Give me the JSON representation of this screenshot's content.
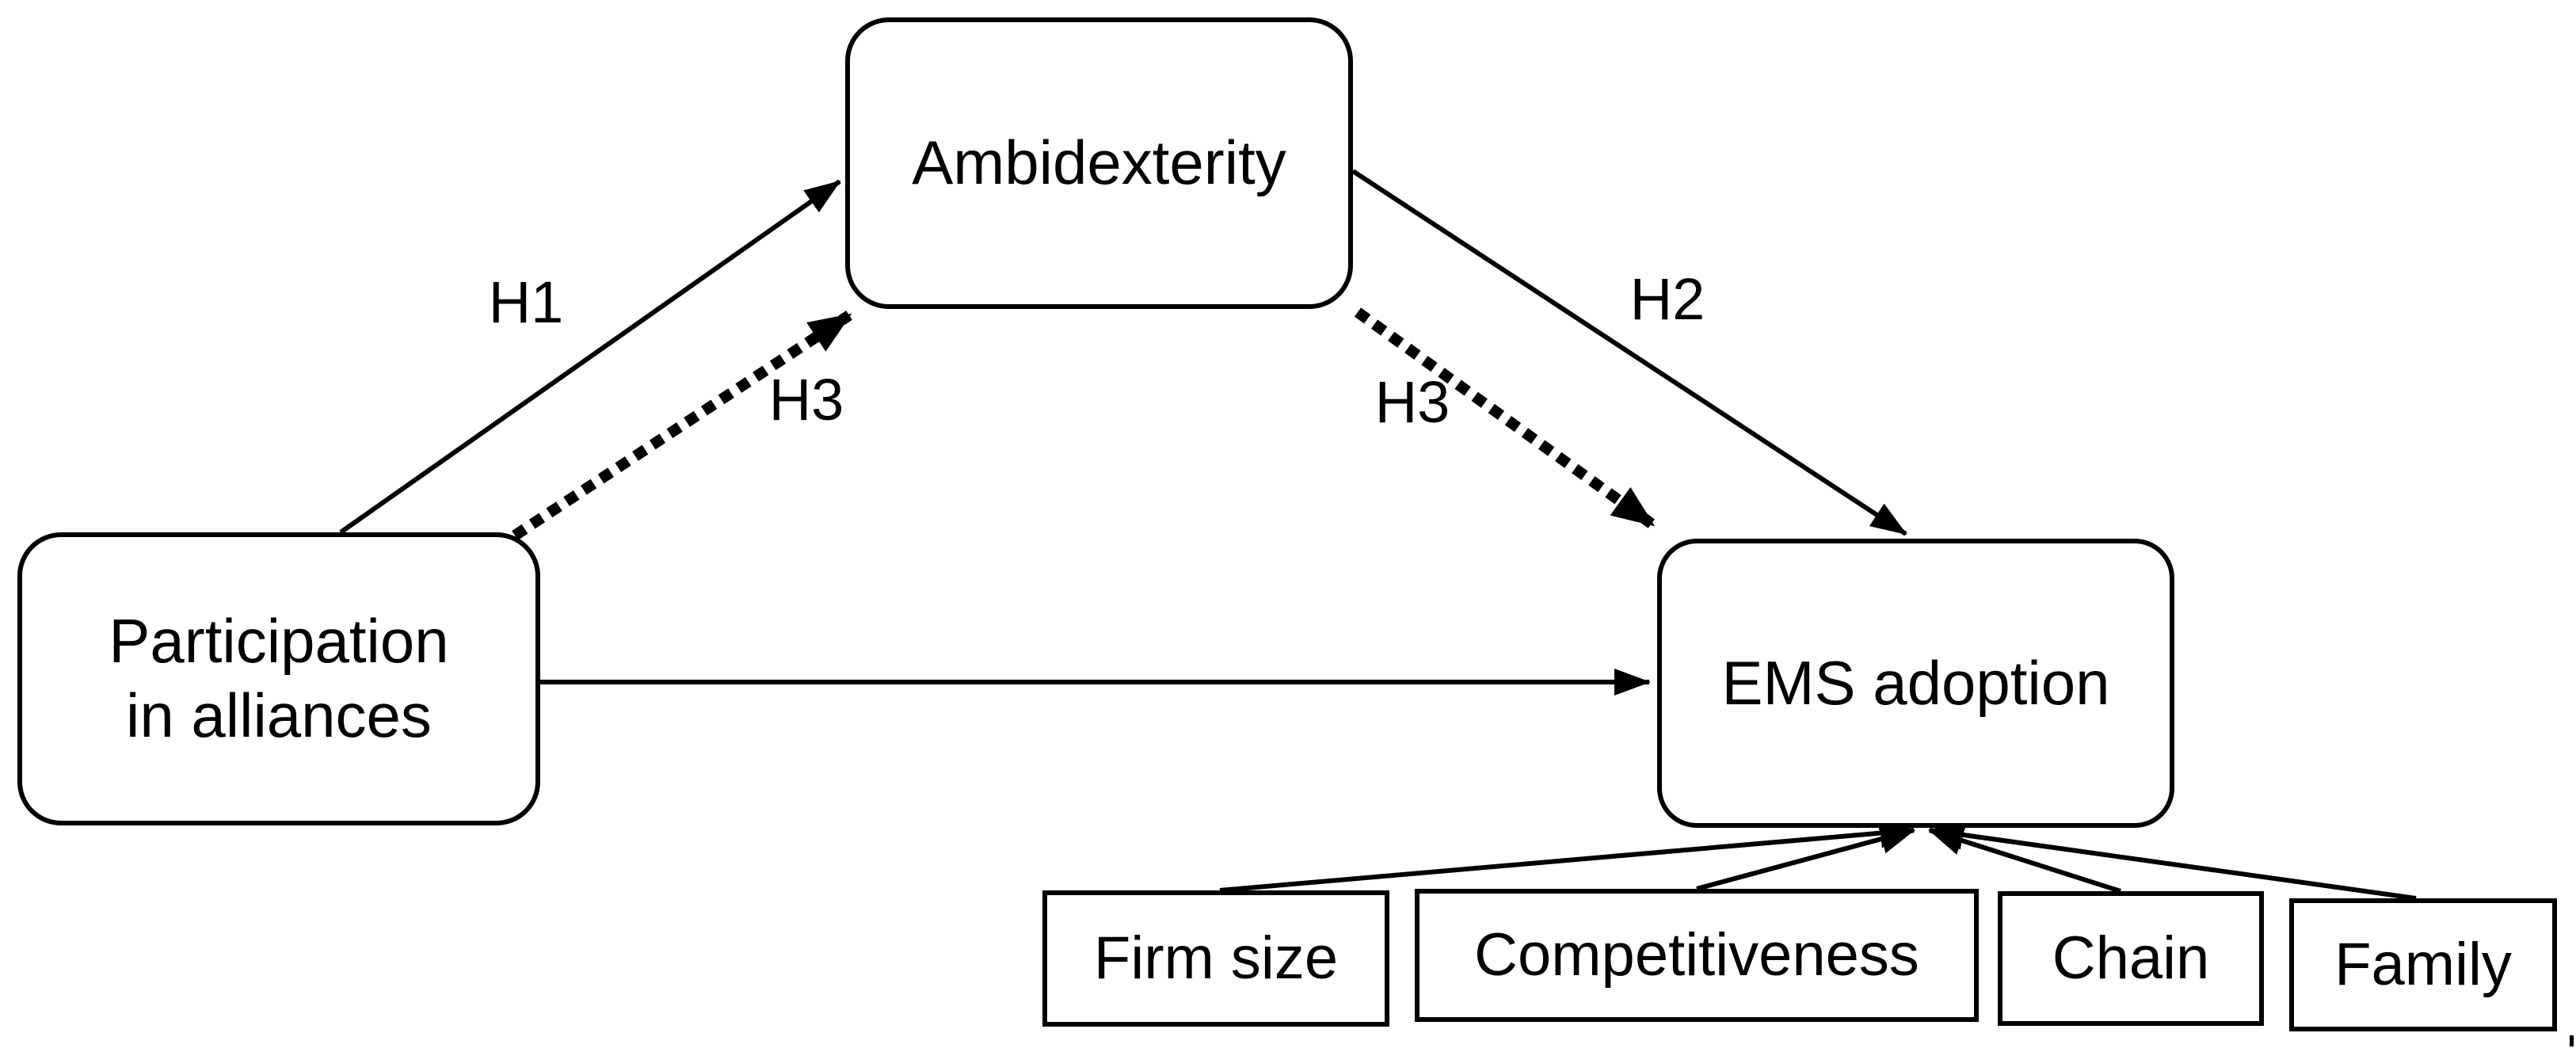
{
  "diagram": {
    "type": "path-model",
    "colors": {
      "ink": "#000000",
      "background": "#ffffff"
    },
    "nodes": {
      "participation": {
        "line1": "Participation",
        "line2": "in alliances"
      },
      "ambidexterity": {
        "label": "Ambidexterity"
      },
      "ems_adoption": {
        "label": "EMS adoption"
      },
      "controls": [
        {
          "label": "Firm size"
        },
        {
          "label": "Competitiveness"
        },
        {
          "label": "Chain"
        },
        {
          "label": "Family"
        }
      ]
    },
    "hypothesis_labels": {
      "h1": "H1",
      "h2": "H2",
      "h3_left": "H3",
      "h3_right": "H3"
    },
    "edges": [
      {
        "from": "Participation in alliances",
        "to": "Ambidexterity",
        "style": "solid",
        "label": "H1"
      },
      {
        "from": "Participation in alliances",
        "to": "Ambidexterity",
        "style": "dotted",
        "label": "H3"
      },
      {
        "from": "Ambidexterity",
        "to": "EMS adoption",
        "style": "solid",
        "label": "H2"
      },
      {
        "from": "Ambidexterity",
        "to": "EMS adoption",
        "style": "dotted",
        "label": "H3"
      },
      {
        "from": "Participation in alliances",
        "to": "EMS adoption",
        "style": "solid",
        "label": ""
      },
      {
        "from": "Firm size",
        "to": "EMS adoption",
        "style": "solid",
        "label": ""
      },
      {
        "from": "Competitiveness",
        "to": "EMS adoption",
        "style": "solid",
        "label": ""
      },
      {
        "from": "Chain",
        "to": "EMS adoption",
        "style": "solid",
        "label": ""
      },
      {
        "from": "Family",
        "to": "EMS adoption",
        "style": "solid",
        "label": ""
      }
    ]
  }
}
